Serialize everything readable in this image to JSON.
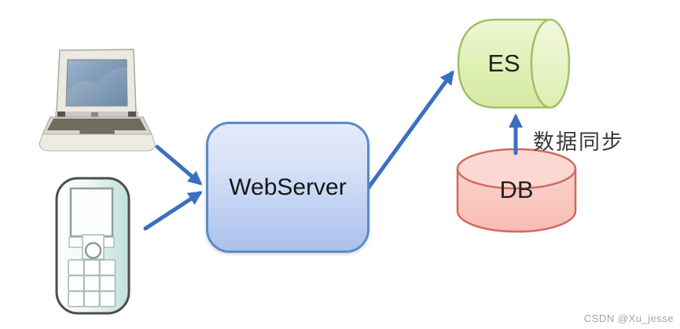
{
  "diagram": {
    "type": "architecture",
    "nodes": {
      "laptop": {
        "kind": "client-device",
        "icon": "laptop-icon"
      },
      "phone": {
        "kind": "client-device",
        "icon": "mobile-phone-icon"
      },
      "webserver": {
        "label": "WebServer",
        "kind": "rounded-box",
        "fill_top": "#e3ebfa",
        "fill_bottom": "#abc2ea",
        "border_color": "#5d8ac5"
      },
      "es": {
        "label": "ES",
        "kind": "cylinder-horizontal",
        "fill": "#e1f0b8",
        "border_color": "#a3bf68"
      },
      "db": {
        "label": "DB",
        "kind": "cylinder-vertical",
        "fill": "#f9c8c1",
        "border_color": "#cf6a60"
      }
    },
    "edges": {
      "laptop_to_webserver": {
        "from": "laptop",
        "to": "webserver"
      },
      "phone_to_webserver": {
        "from": "phone",
        "to": "webserver"
      },
      "webserver_to_es": {
        "from": "webserver",
        "to": "es"
      },
      "db_to_es": {
        "from": "db",
        "to": "es",
        "label": "数据同步"
      }
    },
    "arrow_color": "#3b6fbf"
  },
  "watermark": {
    "text": "CSDN @Xu_jesse",
    "color": "#a0a4a8"
  }
}
